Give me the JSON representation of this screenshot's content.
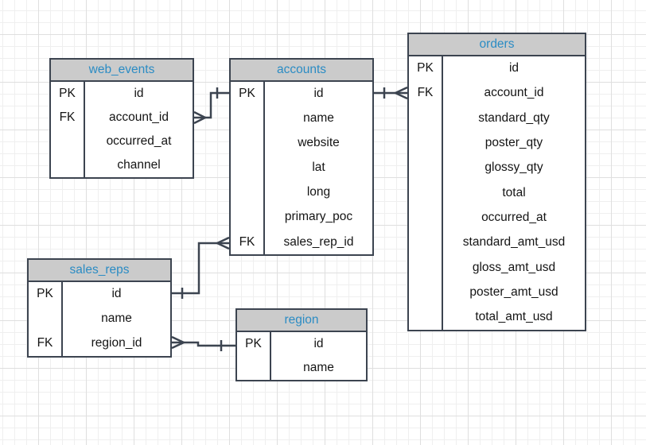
{
  "diagram": {
    "type": "entity-relationship",
    "colors": {
      "border": "#3c4450",
      "header_fill": "#cbcbcb",
      "header_text": "#2b8cc4",
      "row_text": "#141414",
      "grid_minor": "#efefef",
      "grid_major": "#dfdfdf"
    },
    "tables": [
      {
        "title": "web_events",
        "rows": [
          {
            "key": "PK",
            "field": "id"
          },
          {
            "key": "FK",
            "field": "account_id"
          },
          {
            "key": "",
            "field": "occurred_at"
          },
          {
            "key": "",
            "field": "channel"
          }
        ]
      },
      {
        "title": "accounts",
        "rows": [
          {
            "key": "PK",
            "field": "id"
          },
          {
            "key": "",
            "field": "name"
          },
          {
            "key": "",
            "field": "website"
          },
          {
            "key": "",
            "field": "lat"
          },
          {
            "key": "",
            "field": "long"
          },
          {
            "key": "",
            "field": "primary_poc"
          },
          {
            "key": "FK",
            "field": "sales_rep_id"
          }
        ]
      },
      {
        "title": "orders",
        "rows": [
          {
            "key": "PK",
            "field": "id"
          },
          {
            "key": "FK",
            "field": "account_id"
          },
          {
            "key": "",
            "field": "standard_qty"
          },
          {
            "key": "",
            "field": "poster_qty"
          },
          {
            "key": "",
            "field": "glossy_qty"
          },
          {
            "key": "",
            "field": "total"
          },
          {
            "key": "",
            "field": "occurred_at"
          },
          {
            "key": "",
            "field": "standard_amt_usd"
          },
          {
            "key": "",
            "field": "gloss_amt_usd"
          },
          {
            "key": "",
            "field": "poster_amt_usd"
          },
          {
            "key": "",
            "field": "total_amt_usd"
          }
        ]
      },
      {
        "title": "sales_reps",
        "rows": [
          {
            "key": "PK",
            "field": "id"
          },
          {
            "key": "",
            "field": "name"
          },
          {
            "key": "FK",
            "field": "region_id"
          }
        ]
      },
      {
        "title": "region",
        "rows": [
          {
            "key": "PK",
            "field": "id"
          },
          {
            "key": "",
            "field": "name"
          }
        ]
      }
    ],
    "relationships": [
      {
        "from": "web_events.account_id",
        "from_cardinality": "many",
        "to": "accounts.id",
        "to_cardinality": "one"
      },
      {
        "from": "orders.account_id",
        "from_cardinality": "many",
        "to": "accounts.id",
        "to_cardinality": "one"
      },
      {
        "from": "accounts.sales_rep_id",
        "from_cardinality": "many",
        "to": "sales_reps.id",
        "to_cardinality": "one"
      },
      {
        "from": "sales_reps.region_id",
        "from_cardinality": "many",
        "to": "region.id",
        "to_cardinality": "one"
      }
    ]
  }
}
